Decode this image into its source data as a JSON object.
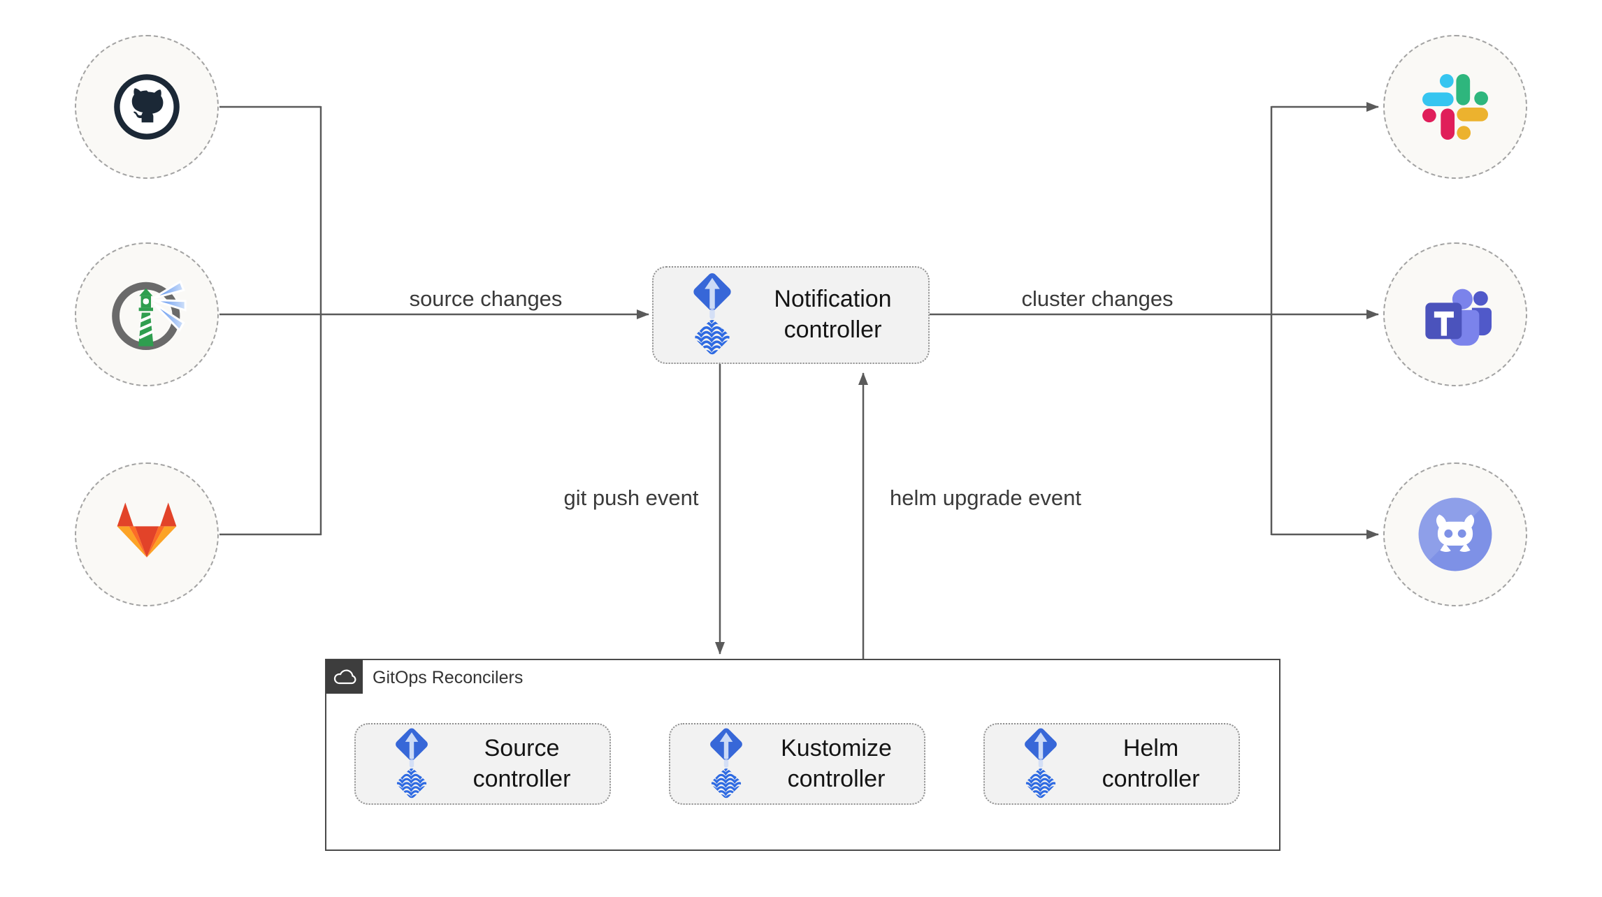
{
  "diagram": {
    "sources": [
      {
        "id": "github",
        "icon": "github-icon"
      },
      {
        "id": "harbor",
        "icon": "harbor-icon"
      },
      {
        "id": "gitlab",
        "icon": "gitlab-icon"
      }
    ],
    "notification_controller": {
      "label": "Notification controller"
    },
    "targets": [
      {
        "id": "slack",
        "icon": "slack-icon"
      },
      {
        "id": "ms-teams",
        "icon": "ms-teams-icon"
      },
      {
        "id": "discord",
        "icon": "discord-icon"
      }
    ],
    "edges": {
      "source_changes": "source changes",
      "cluster_changes": "cluster changes",
      "git_push": "git push event",
      "helm_upgrade": "helm upgrade event"
    },
    "reconcilers": {
      "title": "GitOps Reconcilers",
      "items": [
        {
          "label": "Source controller"
        },
        {
          "label": "Kustomize controller"
        },
        {
          "label": "Helm controller"
        }
      ]
    },
    "colors": {
      "line": "#5a5a5a",
      "node_fill": "#faf9f6",
      "box_fill": "#f2f2f2",
      "container_border": "#4a4a4a",
      "flux_blue": "#3767d8",
      "flux_wave": "#2e6ae2",
      "flux_arrow": "#ccdaf6",
      "github": "#1b2836",
      "harbor_ring": "#6a6a6a",
      "harbor_green": "#2f9e4f",
      "harbor_beam": "#7fa8f0",
      "gitlab": [
        "#e24329",
        "#fc6d26",
        "#fca326"
      ],
      "slack": [
        "#36c5f0",
        "#2eb67d",
        "#ecb22e",
        "#e01e5a"
      ],
      "teams": [
        "#4b53bc",
        "#7b83eb",
        "#5059c9"
      ],
      "discord": "#7e91e6"
    }
  }
}
